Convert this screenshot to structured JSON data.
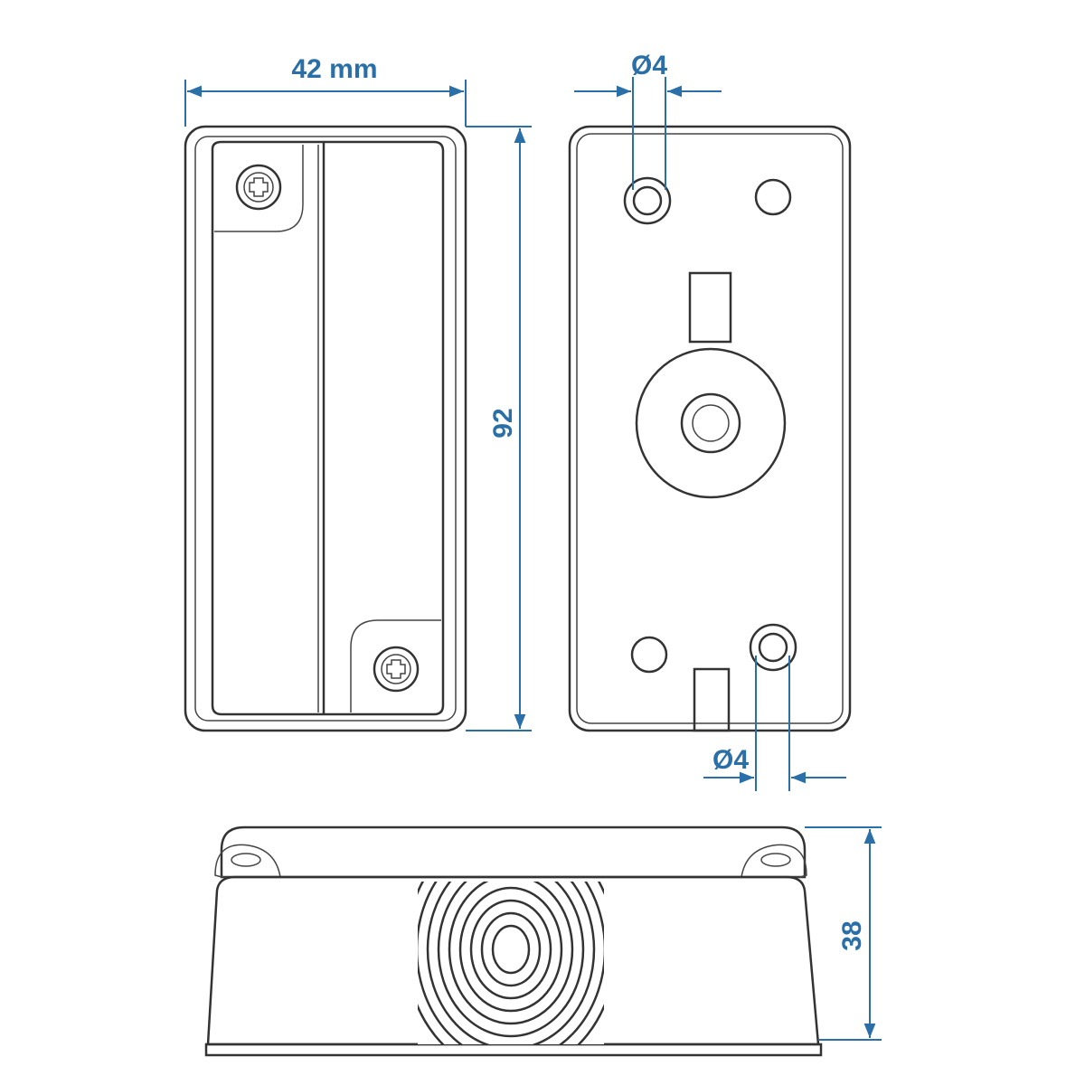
{
  "dimensions": {
    "width": "42 mm",
    "height": "92",
    "hole_top": "Ø4",
    "hole_bottom": "Ø4",
    "depth": "38"
  },
  "colors": {
    "dimension": "#2b6fa8",
    "outline": "#333333"
  }
}
